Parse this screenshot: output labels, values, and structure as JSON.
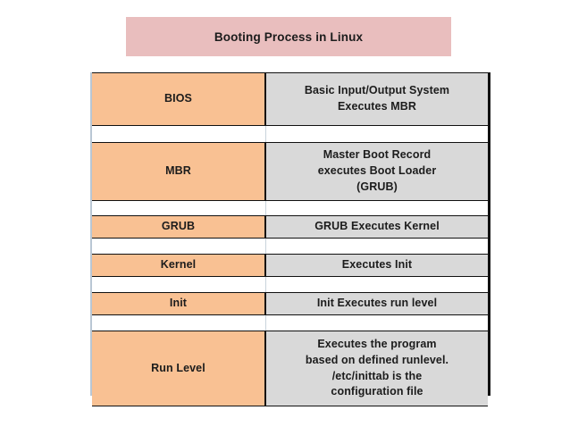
{
  "banner": {
    "title": "Booting Process in Linux",
    "background_color": "#e9bebe"
  },
  "colors": {
    "stage_cell": "#f9c193",
    "description_cell": "#d9d9d9",
    "border": "#111111",
    "page_background": "#ffffff"
  },
  "diagram": {
    "type": "table",
    "rows": [
      {
        "stage": "BIOS",
        "description_lines": [
          "Basic Input/Output System",
          "Executes MBR"
        ]
      },
      {
        "stage": "MBR",
        "description_lines": [
          "Master Boot Record",
          "executes Boot Loader",
          "(GRUB)"
        ]
      },
      {
        "stage": "GRUB",
        "description_lines": [
          "GRUB Executes Kernel"
        ]
      },
      {
        "stage": "Kernel",
        "description_lines": [
          "Executes Init"
        ]
      },
      {
        "stage": "Init",
        "description_lines": [
          "Init Executes run level"
        ]
      },
      {
        "stage": "Run Level",
        "description_lines": [
          "Executes the program",
          "based on defined runlevel.",
          "/etc/inittab is the",
          "configuration file"
        ]
      }
    ]
  }
}
